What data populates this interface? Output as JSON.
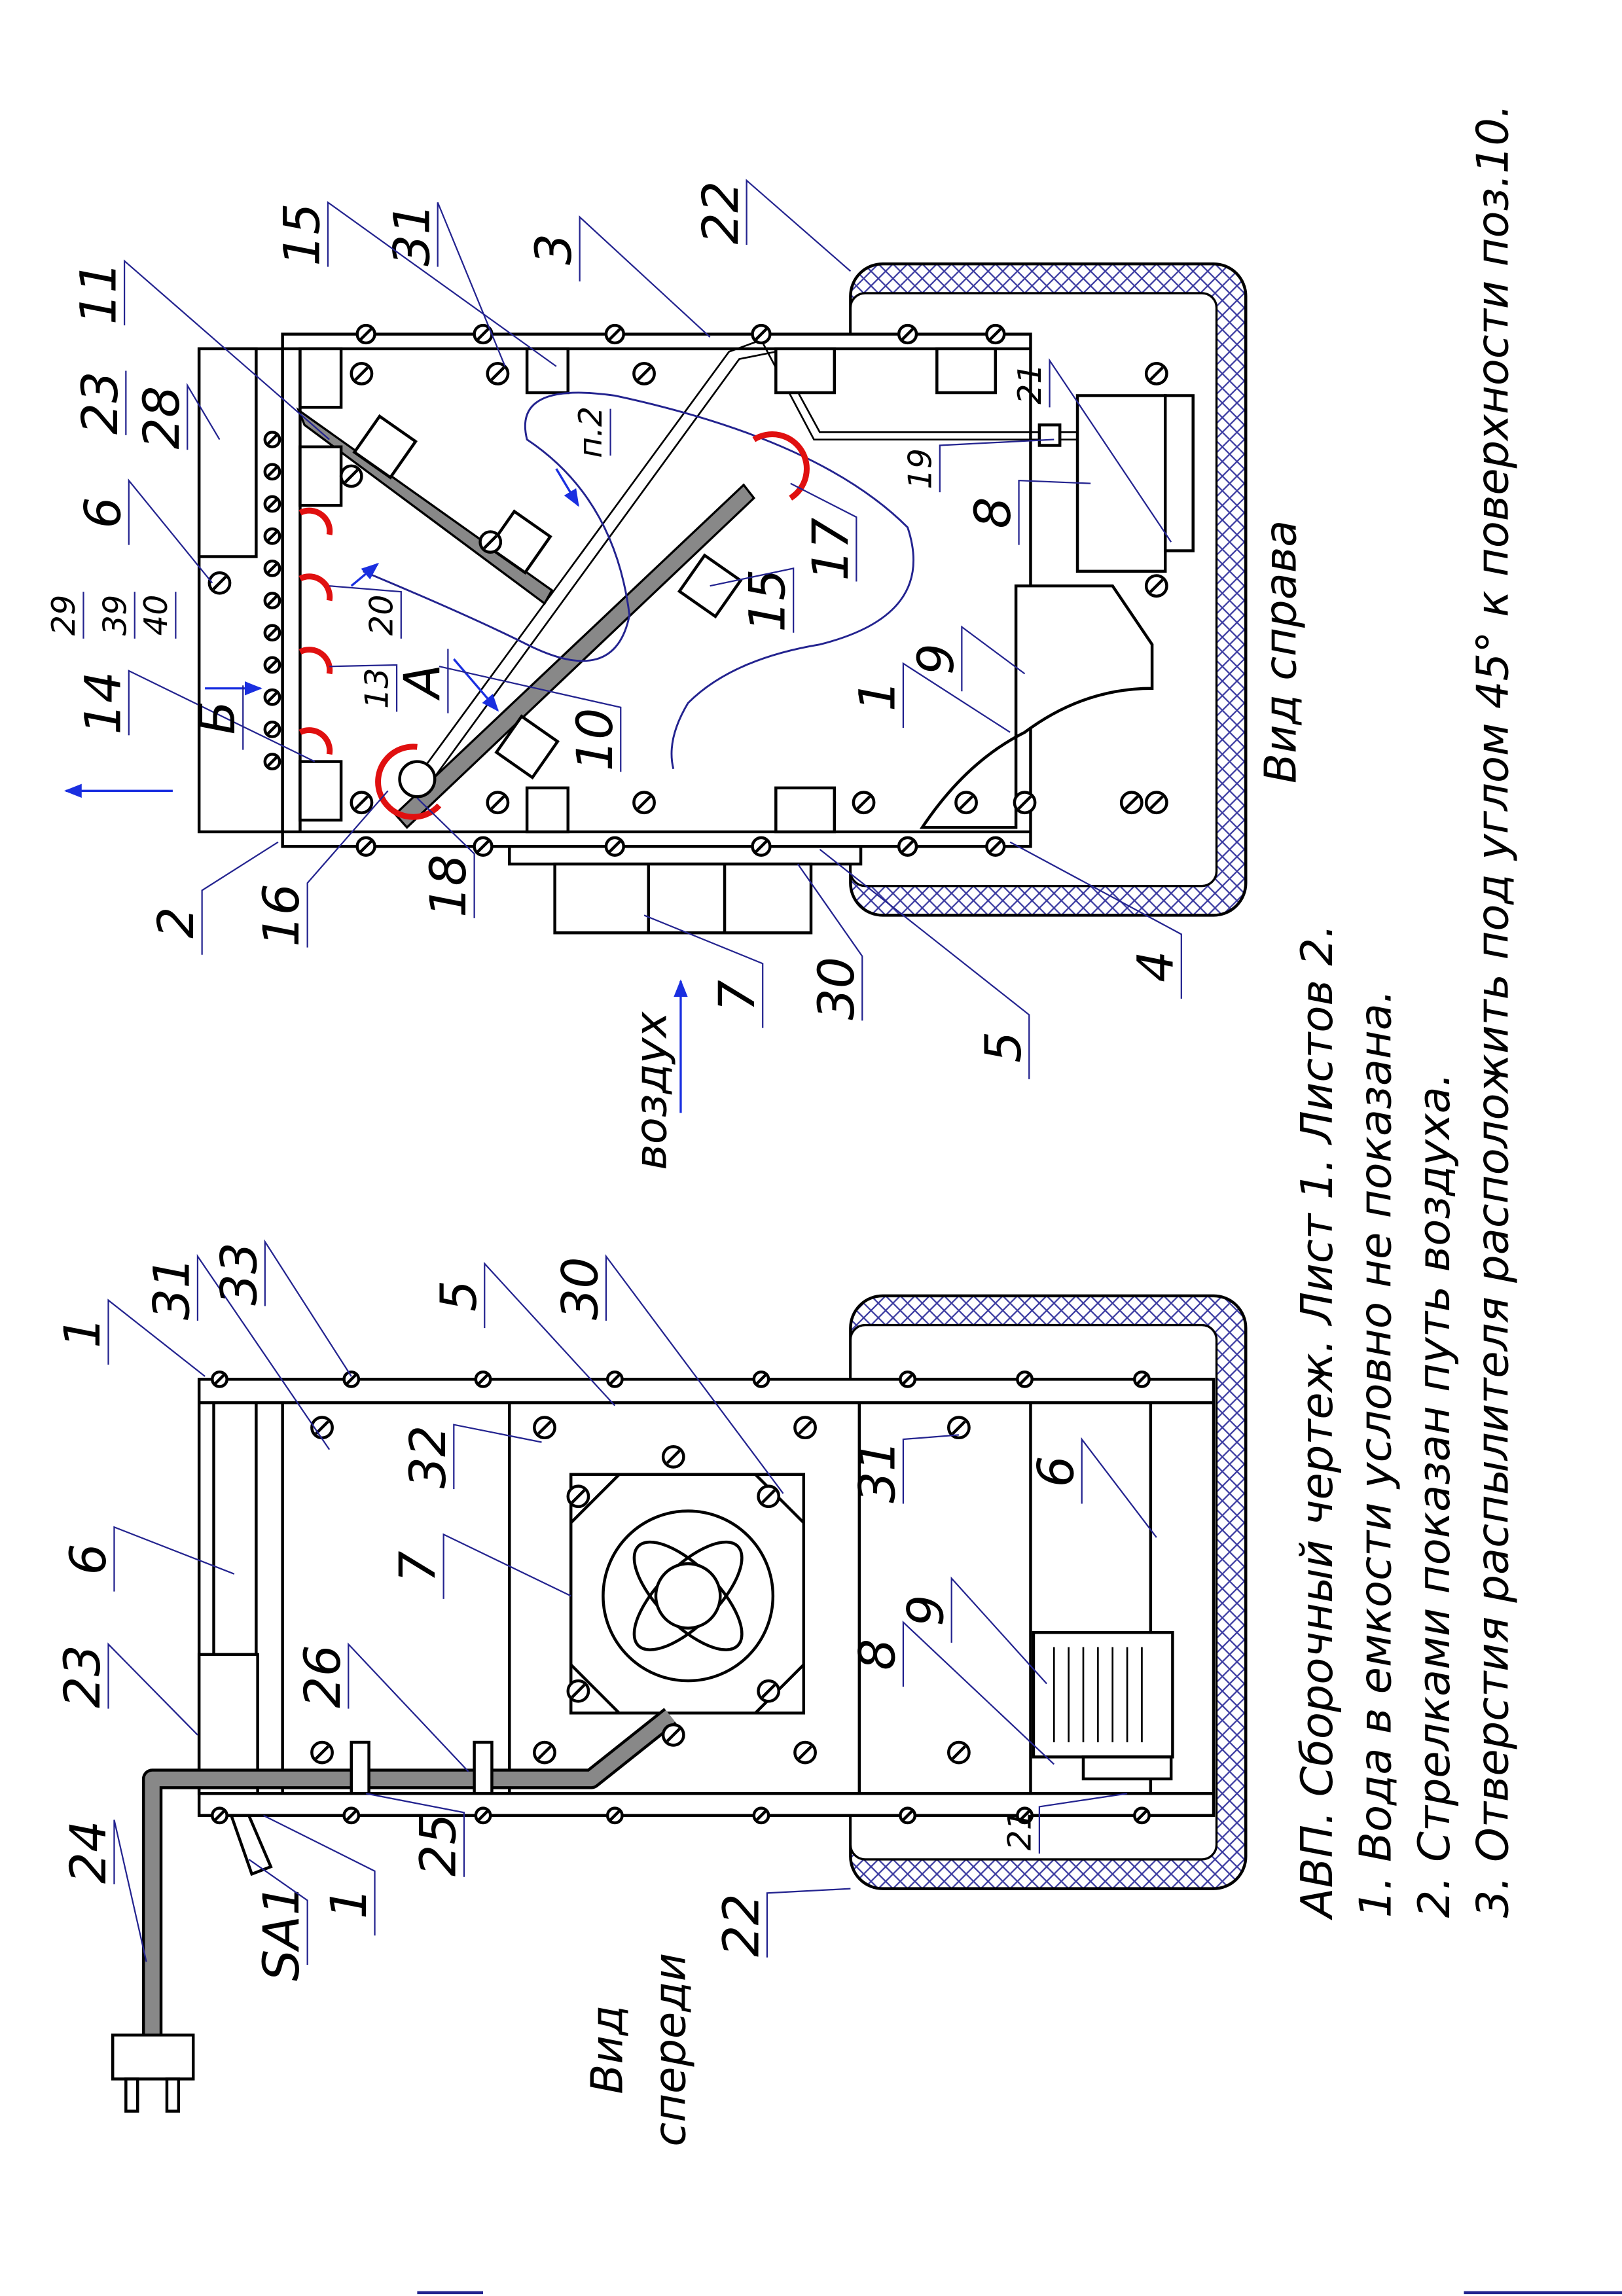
{
  "title_block": {
    "note_title": "АВП. Сборочный чертеж. Лист 1. Листов 2.",
    "notes": [
      "1. Вода в емкости условно не показана.",
      "2. Стрелками показан путь воздуха.",
      "3. Отверстия распылителя расположить под углом 45° к поверхности поз.10."
    ]
  },
  "right_view": {
    "caption": "Вид справа",
    "air_label": "воздух",
    "labels": [
      "22",
      "3",
      "31",
      "15",
      "11",
      "23",
      "28",
      "6",
      "29",
      "39",
      "40",
      "14",
      "Б",
      "2",
      "16",
      "18",
      "A",
      "13",
      "20",
      "10",
      "п.2",
      "17",
      "15",
      "19",
      "21",
      "8",
      "9",
      "1",
      "7",
      "30",
      "5",
      "4"
    ]
  },
  "front_view": {
    "caption_line1": "Вид",
    "caption_line2": "спереди",
    "labels": [
      "1",
      "31",
      "33",
      "5",
      "30",
      "32",
      "7",
      "6",
      "31",
      "6",
      "8",
      "9",
      "23",
      "26",
      "25",
      "1",
      "SA1",
      "24",
      "21",
      "22"
    ]
  },
  "colors": {
    "line": "#000000",
    "leader": "#23238f",
    "air_arrow": "#1a2fe0",
    "spray_arc": "#e01010",
    "hatch": "#3a3aa0",
    "bar_fill": "#888888"
  }
}
